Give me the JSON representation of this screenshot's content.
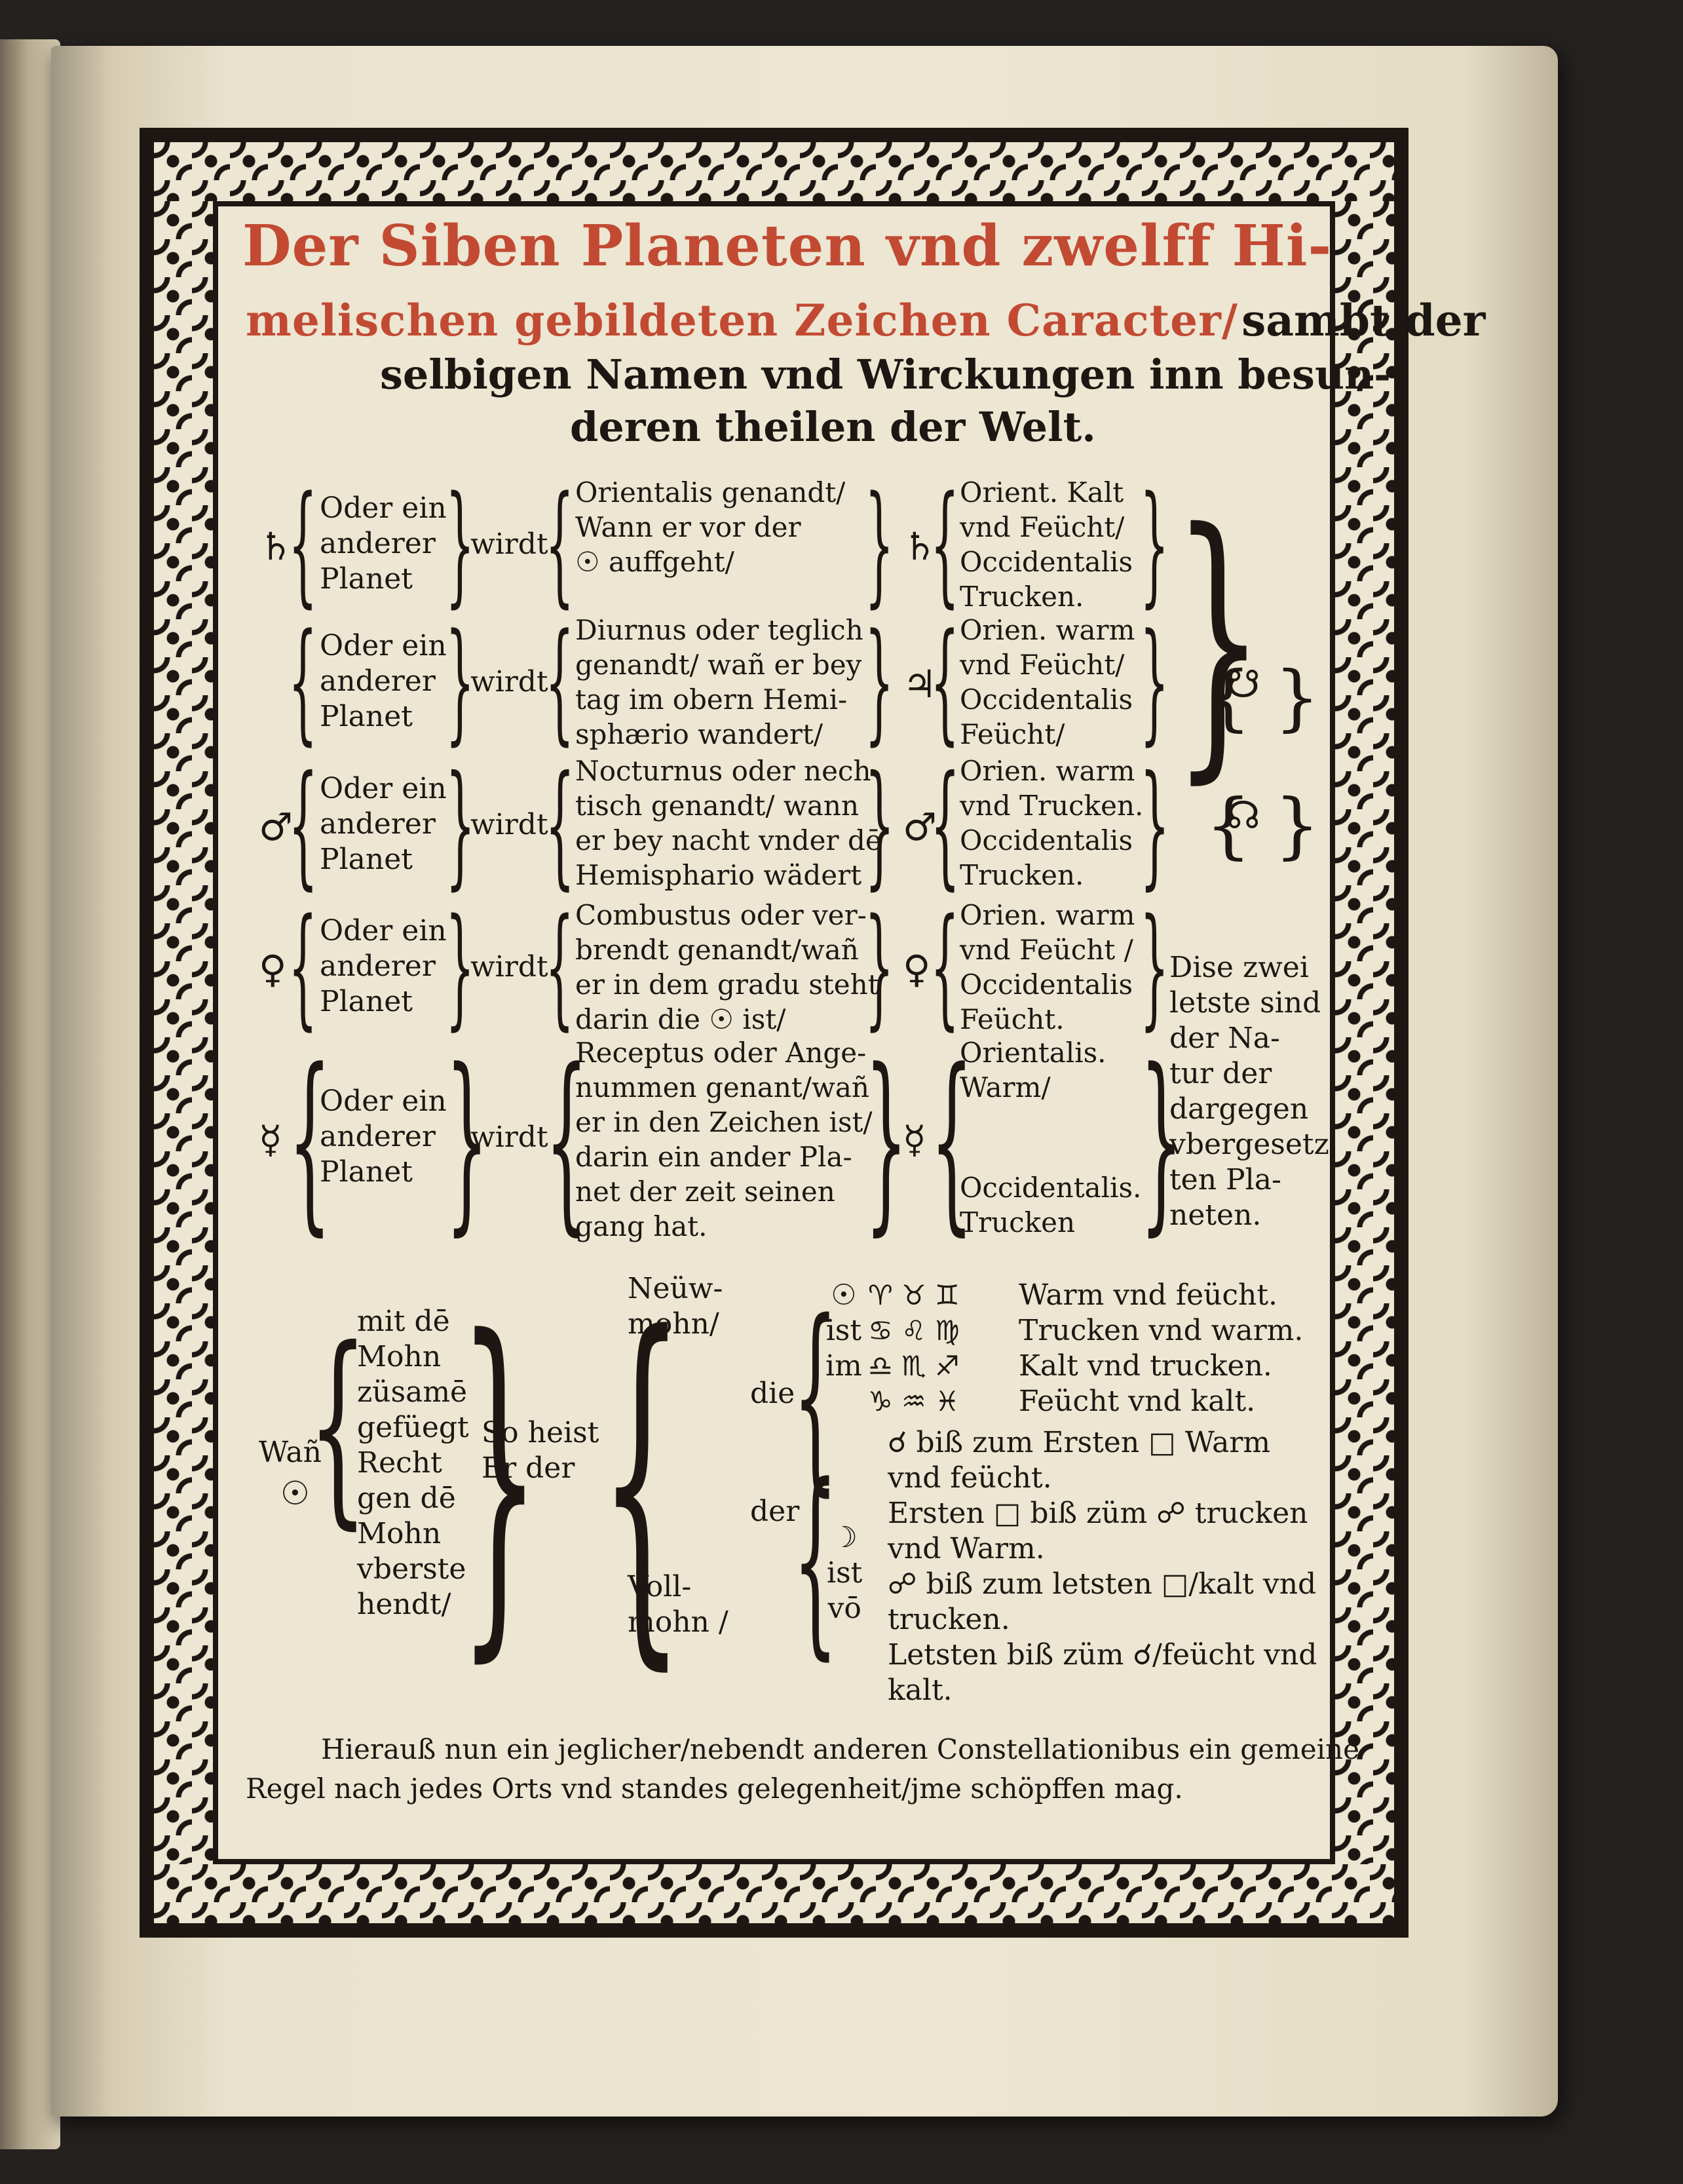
{
  "title": {
    "red_line1": "Der Siben Planeten vnd zwelff Hi-",
    "red_line2a": "melischen gebildeten Zeichen Caracter/",
    "black_line2b": "sambt der",
    "line3": "selbigen Namen vnd Wirckungen inn besun-",
    "line4": "deren theilen der Welt."
  },
  "planets": [
    {
      "symbol": "♄",
      "col1": [
        "Oder ein",
        "anderer",
        "Planet"
      ],
      "verb": "wirdt",
      "col3": [
        "Orientalis genandt/",
        "Wann er vor der",
        "☉ auffgeht/"
      ],
      "symbol2": "♄",
      "col5": [
        "Orient. Kalt",
        "vnd Feücht/",
        "Occidentalis",
        "Trucken."
      ]
    },
    {
      "symbol": "",
      "col1": [
        "Oder ein",
        "anderer",
        "Planet"
      ],
      "verb": "wirdt",
      "col3": [
        "Diurnus oder teglich",
        "genandt/ wañ er bey",
        "tag im obern Hemi-",
        "sphærio wandert/"
      ],
      "symbol2": "♃",
      "col5": [
        "Orien. warm",
        "vnd Feücht/",
        "Occidentalis",
        "Feücht/"
      ]
    },
    {
      "symbol": "♂",
      "col1": [
        "Oder ein",
        "anderer",
        "Planet"
      ],
      "verb": "wirdt",
      "col3": [
        "Nocturnus oder nech-",
        "tisch genandt/ wann",
        "er bey nacht vnder dē",
        "Hemisphario wädert"
      ],
      "symbol2": "♂",
      "col5": [
        "Orien. warm",
        "vnd Trucken.",
        "Occidentalis",
        "Trucken."
      ]
    },
    {
      "symbol": "♀",
      "col1": [
        "Oder ein",
        "anderer",
        "Planet"
      ],
      "verb": "wirdt",
      "col3": [
        "Combustus oder ver-",
        "brendt genandt/wañ",
        "er in dem gradu steht",
        "darin die ☉ ist/"
      ],
      "symbol2": "♀",
      "col5": [
        "Orien. warm",
        "vnd Feücht /",
        "Occidentalis",
        "Feücht."
      ]
    },
    {
      "symbol": "☿",
      "col1": [
        "Oder ein",
        "anderer",
        "Planet"
      ],
      "verb": "wirdt",
      "col3": [
        "Receptus oder Ange-",
        "nummen genant/wañ",
        "er in den Zeichen ist/",
        "darin ein ander Pla-",
        "net der zeit seinen",
        "gang hat."
      ],
      "symbol2": "☿",
      "col5": [
        "Orientalis.",
        "Warm/",
        "Occidentalis.",
        "Trucken"
      ]
    }
  ],
  "nodes": {
    "north": "☊",
    "south": "☋"
  },
  "node_note": [
    "Dise zwei",
    "letste sind",
    "der Na-",
    "tur der",
    "dargegen",
    "vbergesetz",
    "ten Pla-",
    "neten."
  ],
  "lower": {
    "wann": "Wañ",
    "sun": "☉",
    "col_mit": [
      "mit dē",
      "Mohn",
      "züsamē",
      "gefüegt",
      "Recht",
      "gen dē",
      "Mohn",
      "vberste",
      "hendt/"
    ],
    "so_heist": [
      "So heist",
      "Er der"
    ],
    "neumohn": [
      "Neüw-",
      "mohn/"
    ],
    "vollmohn": [
      "Voll-",
      "mohn /"
    ],
    "die": "die",
    "der": "der",
    "sun_ist_im": [
      "☉",
      "ist",
      "im"
    ],
    "moon_ist_vo": [
      "☽",
      "ist",
      "vō"
    ],
    "zodiac": [
      {
        "signs": "♈ ♉ ♊",
        "text": "Warm vnd feücht."
      },
      {
        "signs": "♋ ♌ ♍",
        "text": "Trucken vnd warm."
      },
      {
        "signs": "♎ ♏ ♐",
        "text": "Kalt vnd trucken."
      },
      {
        "signs": "♑ ♒ ♓",
        "text": "Feücht vnd kalt."
      }
    ],
    "moon_phases": [
      "☌ biß zum Ersten □ Warm",
      "vnd feücht.",
      "Ersten □ biß züm ☍ trucken",
      "vnd Warm.",
      "☍ biß zum letsten □/kalt vnd",
      "trucken.",
      "Letsten biß züm ☌/feücht vnd",
      "kalt."
    ]
  },
  "footer": [
    "Hierauß nun ein jeglicher/nebendt anderen Constellationibus ein gemeine",
    "Regel nach jedes Orts vnd standes gelegenheit/jme schöpffen mag."
  ]
}
